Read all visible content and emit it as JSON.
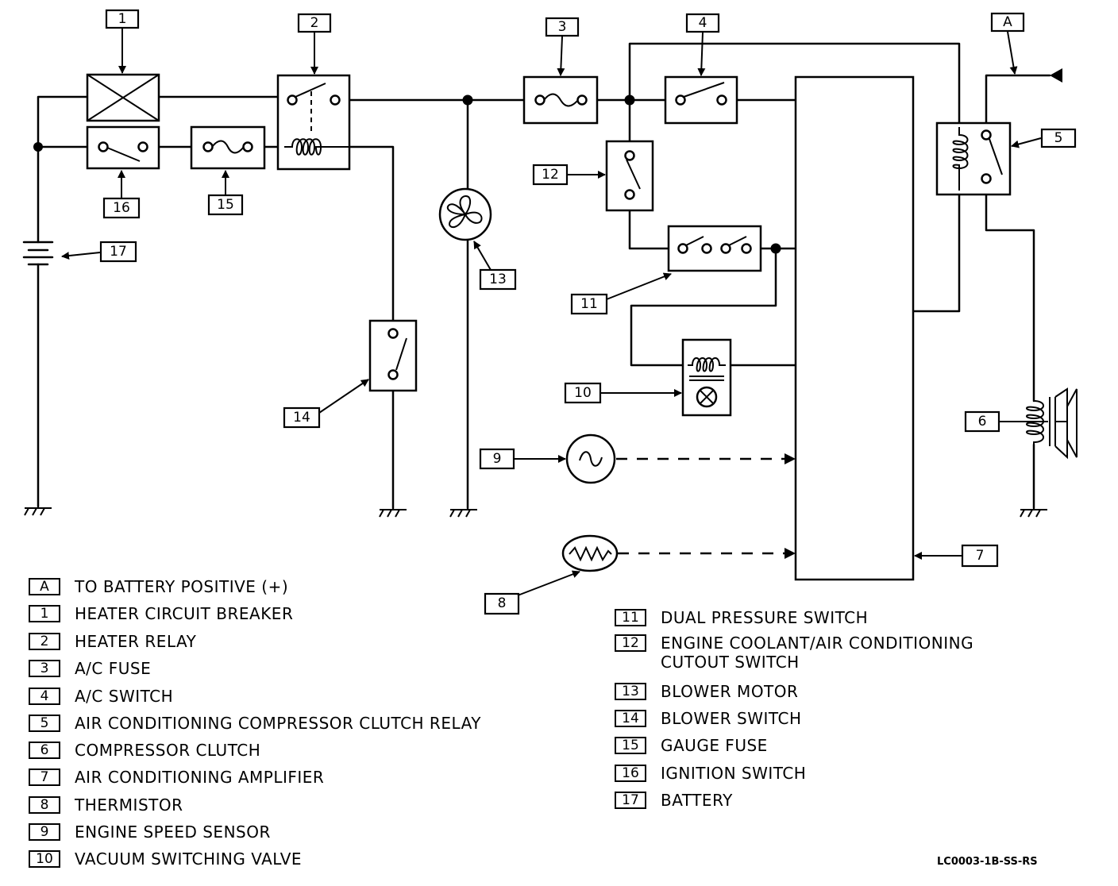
{
  "callouts": {
    "c_A": "A",
    "c_1": "1",
    "c_2": "2",
    "c_3": "3",
    "c_4": "4",
    "c_5": "5",
    "c_6": "6",
    "c_7": "7",
    "c_8": "8",
    "c_9": "9",
    "c_10": "10",
    "c_11": "11",
    "c_12": "12",
    "c_13": "13",
    "c_14": "14",
    "c_15": "15",
    "c_16": "16",
    "c_17": "17"
  },
  "legend_left": [
    {
      "key": "A",
      "text": "TO BATTERY POSITIVE (+)"
    },
    {
      "key": "1",
      "text": "HEATER CIRCUIT BREAKER"
    },
    {
      "key": "2",
      "text": "HEATER RELAY"
    },
    {
      "key": "3",
      "text": "A/C FUSE"
    },
    {
      "key": "4",
      "text": "A/C SWITCH"
    },
    {
      "key": "5",
      "text": "AIR CONDITIONING COMPRESSOR CLUTCH RELAY"
    },
    {
      "key": "6",
      "text": "COMPRESSOR CLUTCH"
    },
    {
      "key": "7",
      "text": "AIR CONDITIONING AMPLIFIER"
    },
    {
      "key": "8",
      "text": "THERMISTOR"
    },
    {
      "key": "9",
      "text": "ENGINE SPEED SENSOR"
    },
    {
      "key": "10",
      "text": "VACUUM SWITCHING VALVE"
    }
  ],
  "legend_right": [
    {
      "key": "11",
      "text": "DUAL PRESSURE SWITCH"
    },
    {
      "key": "12",
      "text": "ENGINE COOLANT/AIR CONDITIONING\nCUTOUT SWITCH"
    },
    {
      "key": "13",
      "text": "BLOWER MOTOR"
    },
    {
      "key": "14",
      "text": "BLOWER SWITCH"
    },
    {
      "key": "15",
      "text": "GAUGE FUSE"
    },
    {
      "key": "16",
      "text": "IGNITION SWITCH"
    },
    {
      "key": "17",
      "text": "BATTERY"
    }
  ],
  "figure_code": "LC0003-1B-SS-RS"
}
